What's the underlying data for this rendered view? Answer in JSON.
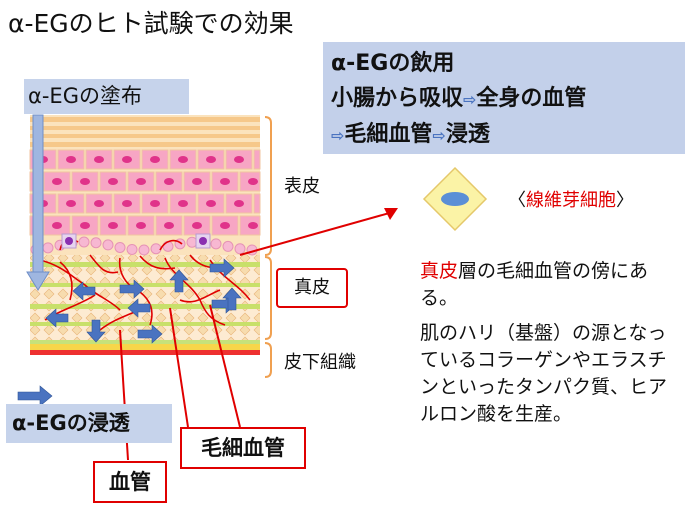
{
  "title": "α-EGのヒト試験での効果",
  "apply_label": "α-EGの塗布",
  "oral": {
    "line1": "α-EGの飲用",
    "line2_a": "小腸から吸収",
    "line2_b": "全身の血管",
    "line3_a": "毛細血管",
    "line3_b": "浸透",
    "arrow_glyph": "⇨"
  },
  "layers": {
    "epidermis": "表皮",
    "dermis": "真皮",
    "subcutis": "皮下組織"
  },
  "fibroblast": {
    "open": "〈",
    "label": "線維芽細胞",
    "close": "〉"
  },
  "description": {
    "p1_red": "真皮",
    "p1_rest": "層の毛細血管の傍にある。",
    "p2": "肌のハリ（基盤）の源となっているコラーゲンやエラスチンといったタンパク質、ヒアルロン酸を生産。"
  },
  "penetrate_label": "α-EGの浸透",
  "capillary_label": "毛細血管",
  "vessel_label": "血管",
  "colors": {
    "accent_red": "#e00000",
    "box_blue": "#c6d3eb",
    "arrow_blue": "#4a73c0",
    "skin_orange": "#f5c48c",
    "cell_pink": "#f7a6c4",
    "nucleus_magenta": "#e0338a",
    "fibroblast_yellow": "#fbf3a6"
  }
}
